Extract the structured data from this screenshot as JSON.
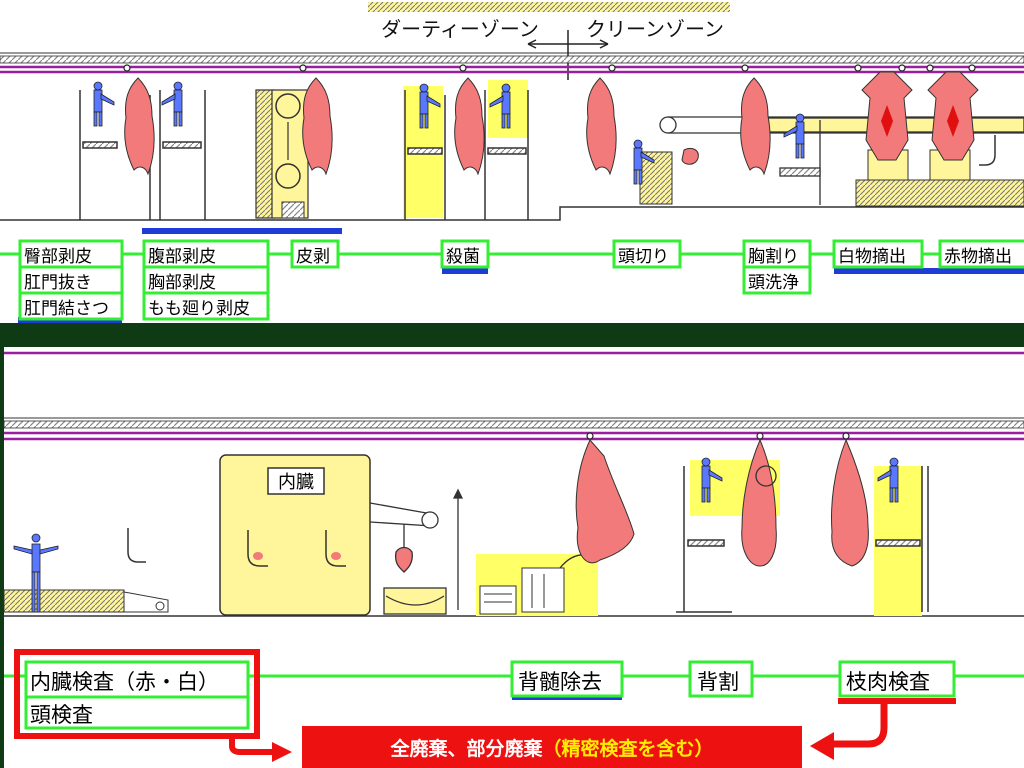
{
  "zones": {
    "dirty": "ダーティーゾーン",
    "clean": "クリーンゾーン"
  },
  "upper_stations": [
    {
      "id": "tail",
      "lines": [
        "臀部剥皮",
        "肛門抜き",
        "肛門結さつ"
      ]
    },
    {
      "id": "belly",
      "lines": [
        "腹部剥皮",
        "胸部剥皮",
        "もも廻り剥皮"
      ]
    },
    {
      "id": "hide",
      "lines": [
        "皮剥"
      ]
    },
    {
      "id": "sterilize",
      "lines": [
        "殺菌"
      ]
    },
    {
      "id": "head-cut",
      "lines": [
        "頭切り"
      ]
    },
    {
      "id": "chest",
      "lines": [
        "胸割り",
        "頭洗浄"
      ]
    },
    {
      "id": "white-offal",
      "lines": [
        "白物摘出"
      ]
    },
    {
      "id": "red-offal",
      "lines": [
        "赤物摘出"
      ]
    }
  ],
  "lower": {
    "viscera_table_label": "内臓",
    "stations": [
      {
        "id": "viscera-inspection",
        "lines": [
          "内臓検査（赤・白）",
          "頭検査"
        ]
      },
      {
        "id": "spinal",
        "lines": [
          "背髄除去"
        ]
      },
      {
        "id": "split",
        "lines": [
          "背割"
        ]
      },
      {
        "id": "carcass-inspection",
        "lines": [
          "枝肉検査"
        ]
      }
    ],
    "condemn_note": {
      "main": "全廃棄、部分廃棄",
      "highlight": "（精密検査を含む）"
    }
  },
  "colors": {
    "station_border": "#33ee33",
    "flow_line": "#33ee33",
    "blue_bar": "#1f3cd6",
    "red": "#ee1111",
    "highlight_yellow": "#ffff66",
    "note_yellow": "#ffee00",
    "carcass": "#f27a7a",
    "worker": "#5a78ff",
    "machine": "#fff59a",
    "divider": "#0e3a14",
    "rail": "#9a1fa0"
  }
}
